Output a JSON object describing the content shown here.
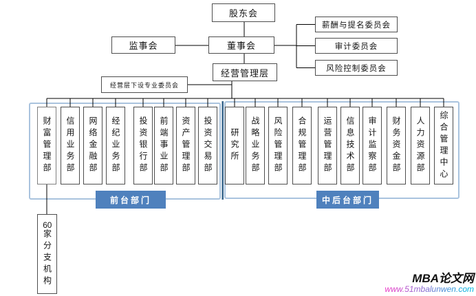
{
  "governance": {
    "shareholders": "股东会",
    "supervisory": "监事会",
    "board": "董事会",
    "management": "经营管理层",
    "special_committee": "经营层下设专业委员会",
    "board_committees": [
      "薪酬与提名委员会",
      "审计委员会",
      "风险控制委员会"
    ]
  },
  "front_office": {
    "label": "前台部门",
    "departments": [
      "财富管理部",
      "信用业务部",
      "网络金融部",
      "经纪业务部",
      "投资银行部",
      "前端事业部",
      "资产管理部",
      "投资交易部"
    ]
  },
  "middle_back_office": {
    "label": "中后台部门",
    "departments": [
      "研究所",
      "战略业务部",
      "风险管理部",
      "合规管理部",
      "运营管理部",
      "信息技术部",
      "审计监察部",
      "财务资金部",
      "人力资源部",
      "综合管理中心"
    ]
  },
  "branches": "60家分支机构",
  "watermark": {
    "site": "MBA论文网",
    "url": "www.51mbalunwen.com"
  },
  "colors": {
    "accent_blue": "#4f81bd",
    "container_border": "#a9c3de",
    "divider_blue": "#36648b",
    "line_black": "#000000",
    "watermark_from": "#e73cc8",
    "watermark_to": "#00b6e0"
  }
}
